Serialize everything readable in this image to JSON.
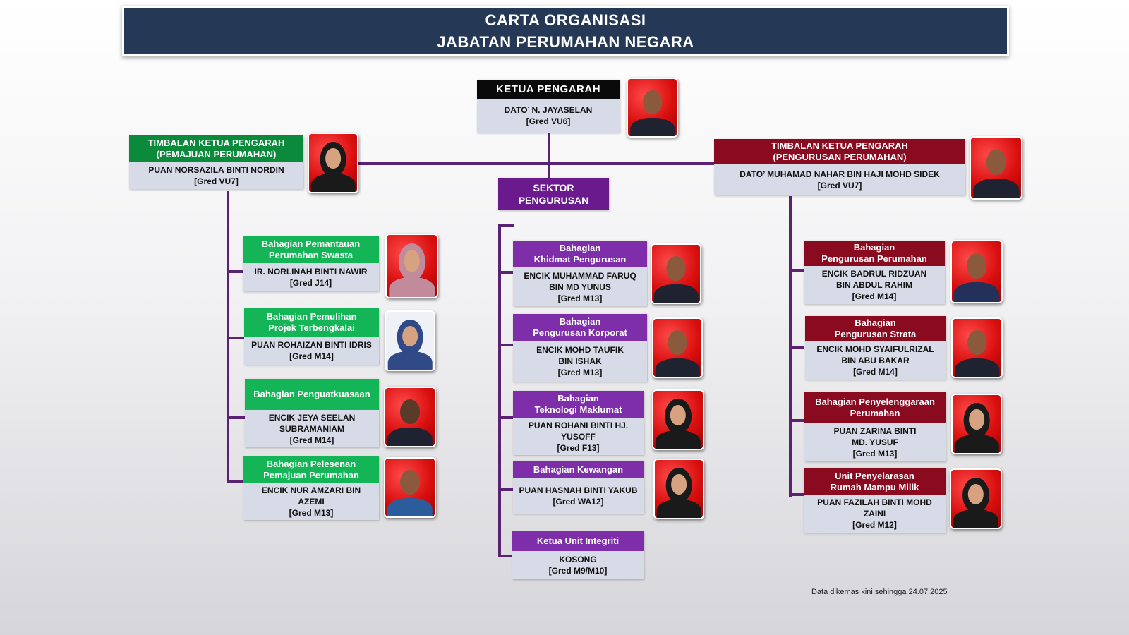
{
  "title": {
    "line1": "CARTA ORGANISASI",
    "line2": "JABATAN PERUMAHAN NEGARA"
  },
  "ketua": {
    "role": "KETUA PENGARAH",
    "name": "DATO’ N. JAYASELAN",
    "grade": "[Gred VU6]"
  },
  "tkp_left": {
    "role1": "TIMBALAN KETUA PENGARAH",
    "role2": "(PEMAJUAN PERUMAHAN)",
    "name": "PUAN NORSAZILA BINTI NORDIN",
    "grade": "[Gred VU7]"
  },
  "tkp_right": {
    "role1": "TIMBALAN KETUA PENGARAH",
    "role2": "(PENGURUSAN PERUMAHAN)",
    "name": "DATO’ MUHAMAD NAHAR BIN HAJI MOHD SIDEK",
    "grade": "[Gred VU7]"
  },
  "sektor": {
    "line1": "SEKTOR",
    "line2": "PENGURUSAN"
  },
  "left_units": [
    {
      "h1": "Bahagian Pemantauan",
      "h2": "Perumahan Swasta",
      "n1": "IR. NORLINAH BINTI NAWIR",
      "n2": "",
      "grade": "[Gred J14]"
    },
    {
      "h1": "Bahagian Pemulihan",
      "h2": "Projek Terbengkalai",
      "n1": "PUAN ROHAIZAN BINTI IDRIS",
      "n2": "",
      "grade": "[Gred M14]"
    },
    {
      "h1": "Bahagian Penguatkuasaan",
      "h2": "",
      "n1": "ENCIK JEYA SEELAN",
      "n2": "SUBRAMANIAM",
      "grade": "[Gred M14]"
    },
    {
      "h1": "Bahagian Pelesenan",
      "h2": "Pemajuan Perumahan",
      "n1": "ENCIK NUR AMZARI BIN",
      "n2": "AZEMI",
      "grade": "[Gred M13]"
    }
  ],
  "mid_units": [
    {
      "h1": "Bahagian",
      "h2": "Khidmat Pengurusan",
      "n1": "ENCIK MUHAMMAD FARUQ",
      "n2": "BIN MD YUNUS",
      "grade": "[Gred M13]"
    },
    {
      "h1": "Bahagian",
      "h2": "Pengurusan Korporat",
      "n1": "ENCIK MOHD TAUFIK",
      "n2": "BIN ISHAK",
      "grade": "[Gred M13]"
    },
    {
      "h1": "Bahagian",
      "h2": "Teknologi Maklumat",
      "n1": "PUAN ROHANI BINTI HJ.",
      "n2": "YUSOFF",
      "grade": "[Gred F13]"
    },
    {
      "h1": "Bahagian Kewangan",
      "h2": "",
      "n1": "PUAN HASNAH BINTI YAKUB",
      "n2": "",
      "grade": "[Gred WA12]"
    },
    {
      "h1": "Ketua Unit Integriti",
      "h2": "",
      "n1": "KOSONG",
      "n2": "",
      "grade": "[Gred M9/M10]"
    }
  ],
  "right_units": [
    {
      "h1": "Bahagian",
      "h2": "Pengurusan Perumahan",
      "n1": "ENCIK BADRUL RIDZUAN",
      "n2": "BIN ABDUL RAHIM",
      "grade": "[Gred M14]"
    },
    {
      "h1": "Bahagian",
      "h2": "Pengurusan Strata",
      "n1": "ENCIK MOHD SYAIFULRIZAL",
      "n2": "BIN ABU BAKAR",
      "grade": "[Gred M14]"
    },
    {
      "h1": "Bahagian Penyelenggaraan",
      "h2": "Perumahan",
      "n1": "PUAN ZARINA BINTI",
      "n2": "MD. YUSUF",
      "grade": "[Gred M13]"
    },
    {
      "h1": "Unit Penyelarasan",
      "h2": "Rumah Mampu Milik",
      "n1": "PUAN FAZILAH BINTI MOHD",
      "n2": "ZAINI",
      "grade": "[Gred M12]"
    }
  ],
  "footnote": "Data dikemas kini sehingga 24.07.2025",
  "colors": {
    "title_bg": "#253855",
    "connector": "#5b2173",
    "green_dark": "#0b8a3b",
    "green_light": "#13b556",
    "maroon": "#8a0a1f",
    "purple": "#7d2ea8",
    "purple_dark": "#6a1a8c",
    "black": "#0a0a0a",
    "body_bg": "#d7dbe7",
    "photo_bg": "#d90f0f"
  }
}
